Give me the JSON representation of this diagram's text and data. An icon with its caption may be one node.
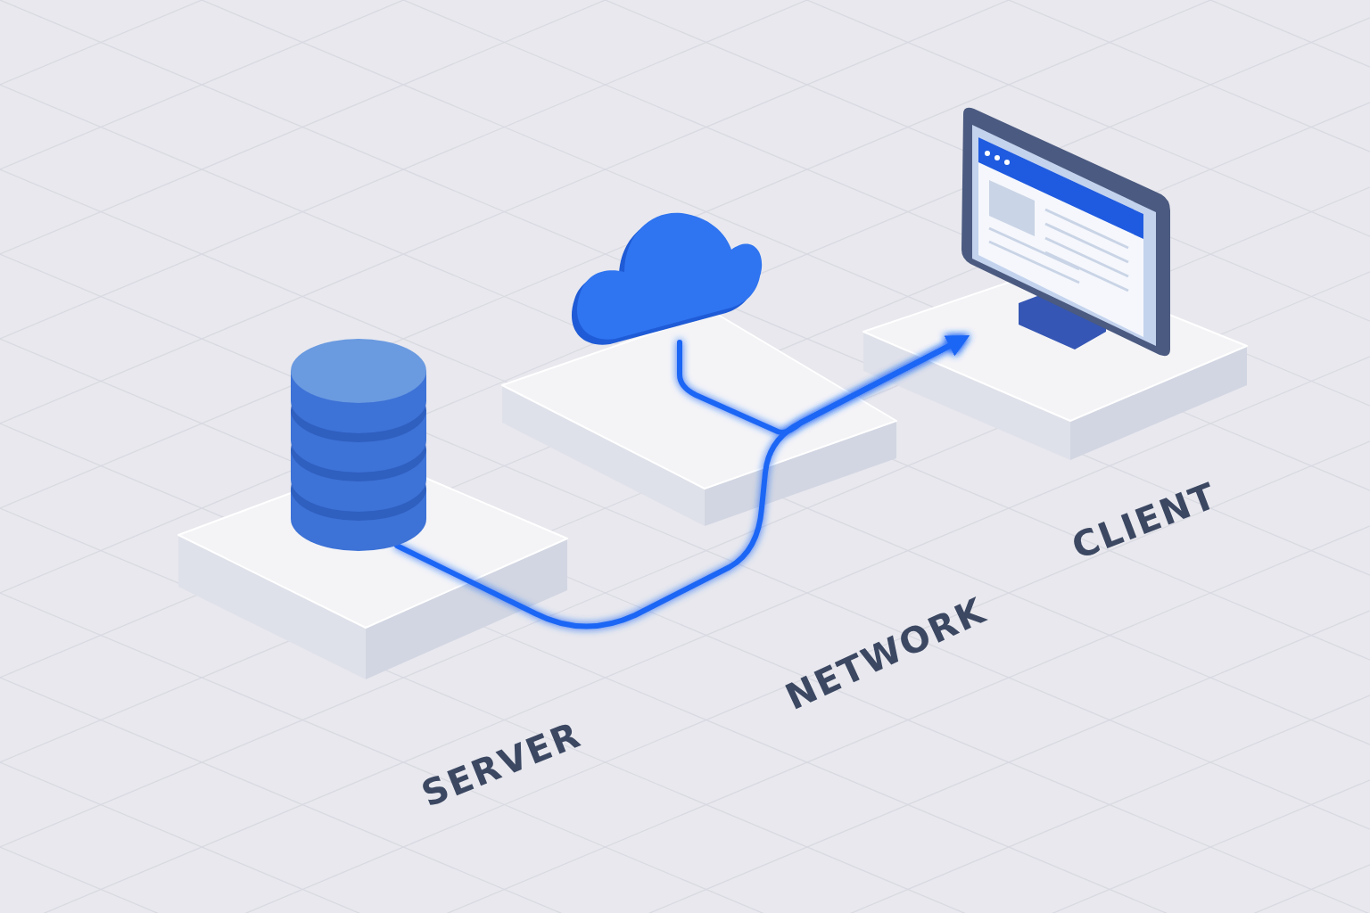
{
  "diagram": {
    "nodes": [
      {
        "text": [],
        "shape": "cylinder"
      },
      {
        "text": [],
        "shape": "cloud"
      },
      {
        "text": [],
        "shape": "picture"
      }
    ],
    "edges": [
      {
        "from": 0,
        "to": 2,
        "arrow": "to"
      },
      {
        "from": 1,
        "to": 2,
        "arrow": "to"
      }
    ],
    "labels": [
      "SERVER",
      "NETWORK",
      "CLIENT"
    ]
  }
}
